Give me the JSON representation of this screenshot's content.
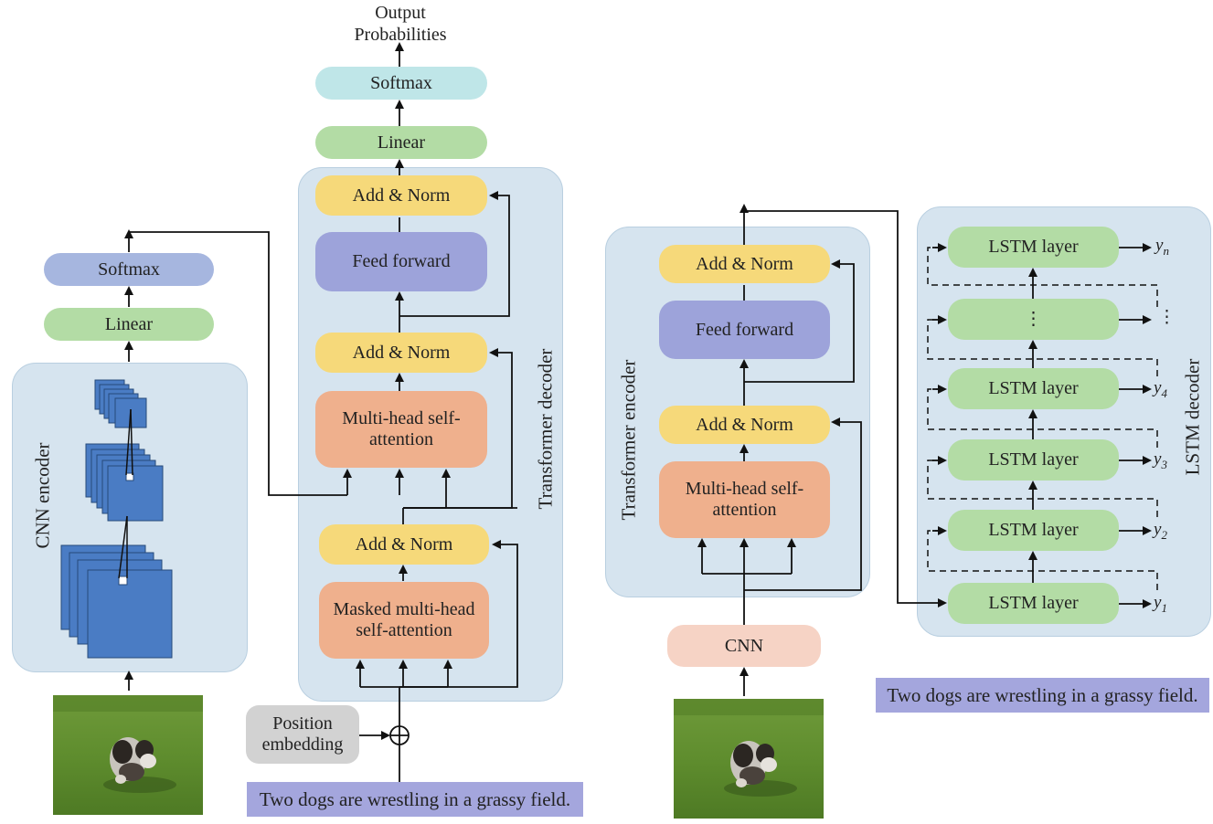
{
  "left_model": {
    "encoder_label": "CNN encoder",
    "linear": "Linear",
    "softmax": "Softmax"
  },
  "transformer_decoder": {
    "panel_label": "Transformer decoder",
    "output_label_line1": "Output",
    "output_label_line2": "Probabilities",
    "softmax": "Softmax",
    "linear": "Linear",
    "add_norm_top": "Add & Norm",
    "feed_forward": "Feed forward",
    "add_norm_mid": "Add & Norm",
    "mha_line1": "Multi-head self-",
    "mha_line2": "attention",
    "add_norm_low": "Add & Norm",
    "masked_line1": "Masked multi-head",
    "masked_line2": "self-attention",
    "position_line1": "Position",
    "position_line2": "embedding",
    "caption": "Two dogs are wrestling in a grassy field."
  },
  "transformer_encoder": {
    "panel_label": "Transformer encoder",
    "add_norm_top": "Add & Norm",
    "feed_forward": "Feed forward",
    "add_norm_low": "Add & Norm",
    "mha_line1": "Multi-head self-",
    "mha_line2": "attention",
    "cnn": "CNN"
  },
  "lstm_decoder": {
    "panel_label": "LSTM decoder",
    "layers": [
      "LSTM layer",
      "⋮",
      "LSTM layer",
      "LSTM layer",
      "LSTM layer",
      "LSTM layer"
    ],
    "outputs": [
      "y",
      "⋮",
      "y",
      "y",
      "y",
      "y"
    ],
    "output_subscripts": [
      "n",
      "",
      "4",
      "3",
      "2",
      "1"
    ],
    "caption": "Two dogs are wrestling in a grassy field."
  },
  "colors": {
    "panel": "#d6e4ef",
    "add_norm": "#f6d97a",
    "feed_forward": "#9da3da",
    "attention": "#efb08d",
    "linear": "#b3dca5",
    "softmax_left": "#a6b6df",
    "softmax_top": "#bfe6e8",
    "caption": "#a4a6dd"
  }
}
